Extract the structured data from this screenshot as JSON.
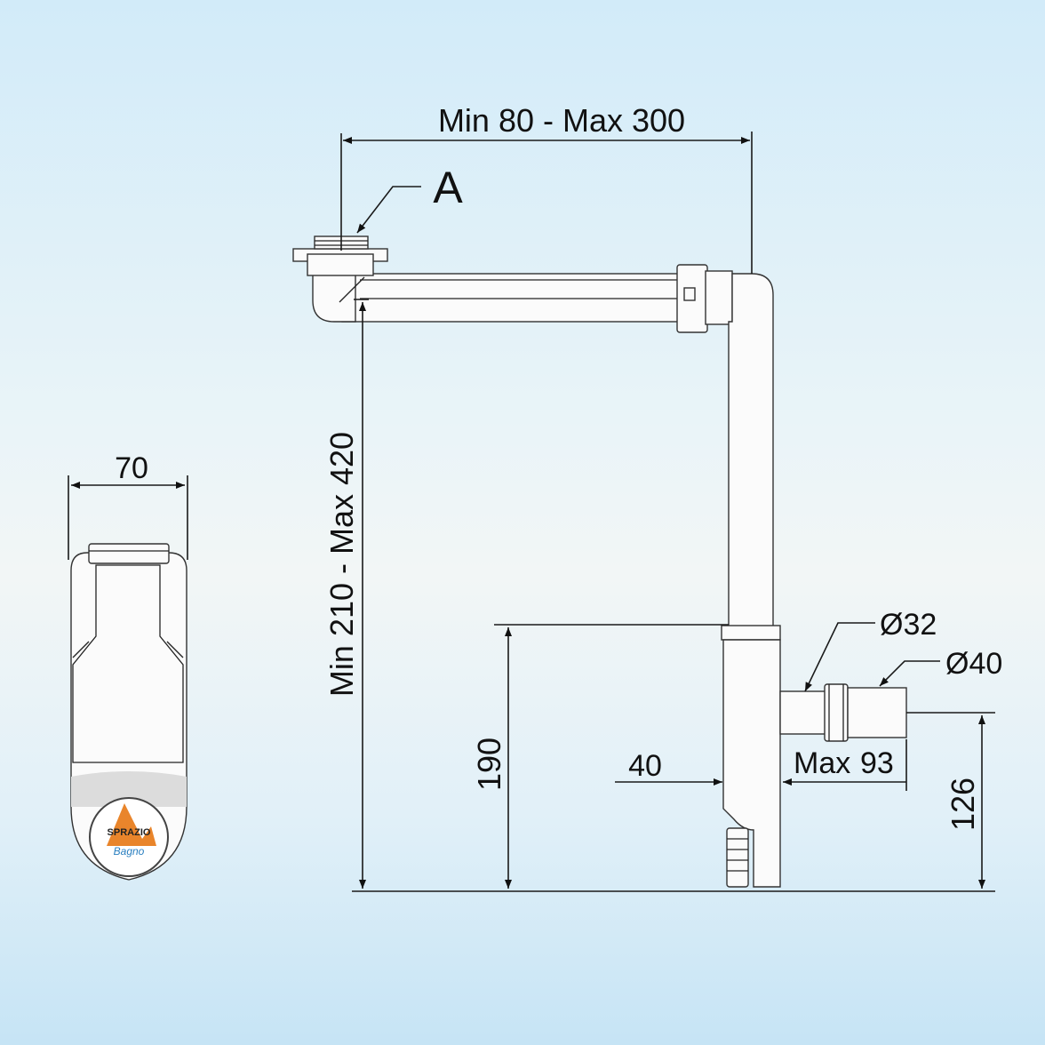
{
  "dimensions": {
    "horizontal_reach": "Min 80 - Max 300",
    "vertical_reach": "Min 210 - Max 420",
    "width": "70",
    "trap_height": "190",
    "outlet_height": "126",
    "offset": "40",
    "outlet_length_prefix": "Max",
    "outlet_length_value": "93"
  },
  "labels": {
    "inlet": "A",
    "diameter_small": "Ø32",
    "diameter_large": "Ø40"
  },
  "logo": {
    "text_top": "SPRAZIO",
    "text_bottom": "Bagno"
  },
  "colors": {
    "line": "#1a1a1a",
    "part_fill": "#fbfbfb",
    "logo_orange": "#e9852b",
    "logo_blue": "#2a7fc0"
  }
}
